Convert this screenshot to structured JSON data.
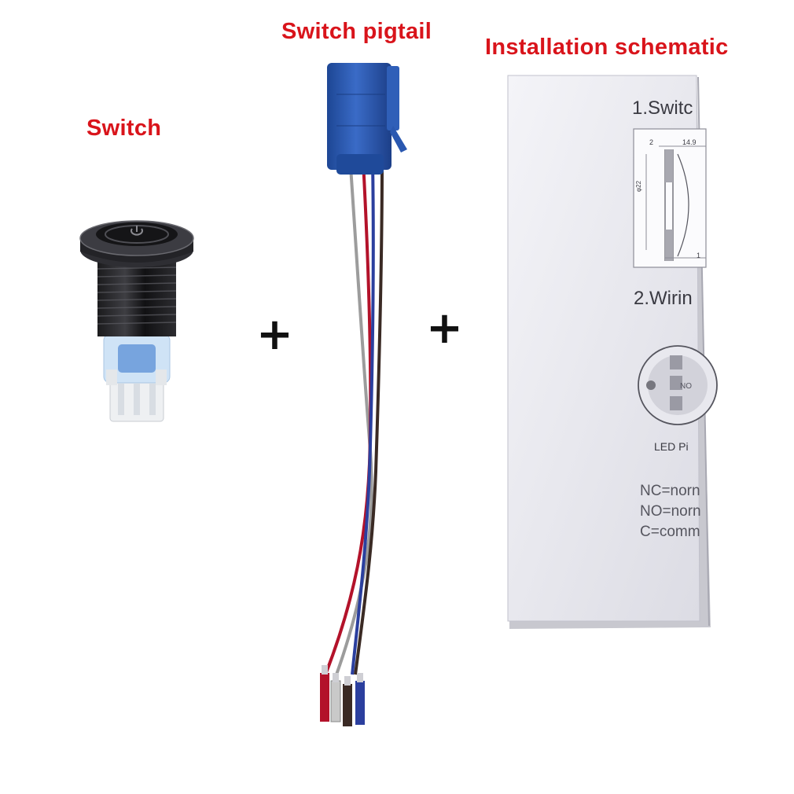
{
  "labels": {
    "switch": "Switch",
    "pigtail": "Switch pigtail",
    "schematic": "Installation schematic",
    "plus_1": "+",
    "plus_2": "+"
  },
  "sheet": {
    "heading_1": "1.Switc",
    "heading_2": "2.Wirin",
    "led_label": "LED Pi",
    "dim_a": "2",
    "dim_b": "14.9",
    "dim_c": "φ22",
    "dim_d": "1",
    "pin_no": "NO",
    "legend_1": "NC=norn",
    "legend_2": "NO=norn",
    "legend_3": "C=comm"
  },
  "colors": {
    "label_red": "#d9141b",
    "connector_blue": "#2a58b0",
    "wire_red": "#b3122a",
    "wire_blue": "#2b3f9e",
    "wire_brown": "#3a2a24",
    "wire_grey": "#9c9c9c"
  }
}
